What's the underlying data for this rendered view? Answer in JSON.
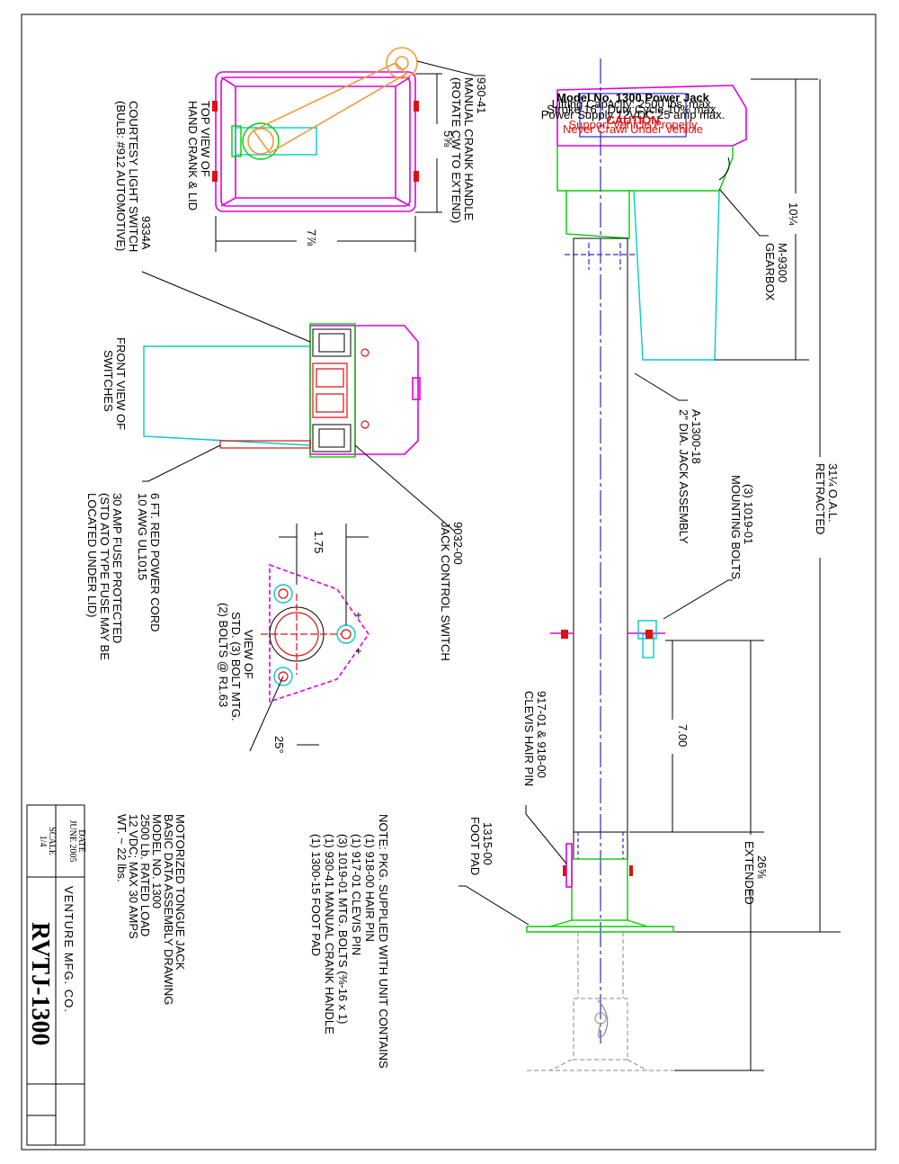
{
  "colors": {
    "line": "#000000",
    "magenta": "#e000e0",
    "green": "#00d000",
    "cyan": "#00cccc",
    "orange": "#f29a3a",
    "blue": "#2a2ad0",
    "red": "#e01010"
  },
  "labels": {
    "crank_l1": "930-41",
    "crank_l2": "MANUAL CRANK HANDLE",
    "crank_l3": "(ROTATE CW TO EXTEND)",
    "top_view_l1": "TOP VIEW OF",
    "top_view_l2": "HAND CRANK & LID",
    "courtesy_l1": "9334A",
    "courtesy_l2": "COURTESY LIGHT SWITCH",
    "courtesy_l3": "(BULB: #912 AUTOMOTIVE)",
    "dim_5_5_8": "5⅝",
    "dim_7_7_8": "7⅞",
    "front_view_l1": "FRONT VIEW OF",
    "front_view_l2": "SWITCHES",
    "cord_l1": "6 FT. RED POWER CORD",
    "cord_l2": "10 AWG   UL1015",
    "fuse_l1": "30 AMP FUSE PROTECTED",
    "fuse_l2": "(STD ATO TYPE FUSE MAY BE",
    "fuse_l3": "LOCATED UNDER LID)",
    "switch_l1": "9032-00",
    "switch_l2": "JACK CONTROL SWITCH",
    "dim_1_75": "1.75",
    "bolt_view_l1": "VIEW OF",
    "bolt_view_l2": "STD. (3) BOLT MTG.",
    "bolt_view_l3": "(2) BOLTS @ R1.63",
    "angle_25": "25°",
    "gearbox_l1": "M-9300",
    "gearbox_l2": "GEARBOX",
    "dim_10_1_4": "10¼",
    "oal_l1": "31¼  O.A.L.",
    "oal_l2": "RETRACTED",
    "bolts_l1": "(3) 1019-01",
    "bolts_l2": "MOUNTING BOLTS",
    "jack_l1": "A-1300-18",
    "jack_l2": "2\" DIA. JACK ASSEMBLY",
    "dim_7_00": "7.00",
    "extended_l1": "26⅝",
    "extended_l2": "EXTENDED",
    "clevis_l1": "917-01 & 918-00",
    "clevis_l2": "CLEVIS   HAIR PIN",
    "foot_l1": "1315-00",
    "foot_l2": "FOOT PAD"
  },
  "plate": {
    "l1": "Model No. 1300 Power Jack",
    "l2": "Lifting Capacity: 2500 lbs. max.",
    "l3": "Stroke 16\", Duty Cycle 10% max.",
    "l4": "Power Supply 12VDC 25 amp max.",
    "l5": "CAUTION",
    "l6": "Support Vehicle Properly",
    "l7": "Never Crawl Under Vehicle"
  },
  "note": {
    "title": "NOTE: PKG. SUPPLIED WITH UNIT CONTAINS",
    "items": [
      "(1) 918-00 HAIR PIN",
      "(1) 917-01 CLEVIS PIN",
      "(3) 1019-01 MTG. BOLTS (⅜-16 x 1)",
      "(1) 930-41 MANUAL CRANK HANDLE",
      "(1) 1300-15 FOOT PAD"
    ]
  },
  "description": [
    "MOTORIZED TONGUE JACK",
    "BASIC DATA ASSEMBLY DRAWING",
    "MODEL NO. 1300",
    "2500 Lb. RATED LOAD",
    "12 VDC; MAX 30 AMPS",
    "WT. ~ 22 lbs."
  ],
  "title_block": {
    "date_label": "DATE",
    "date_value": "JUNE 2005",
    "scale_label": "SCALE",
    "scale_value": "1/4",
    "company": "VENTURE MFG. CO.",
    "part_number": "RVTJ-1300"
  }
}
